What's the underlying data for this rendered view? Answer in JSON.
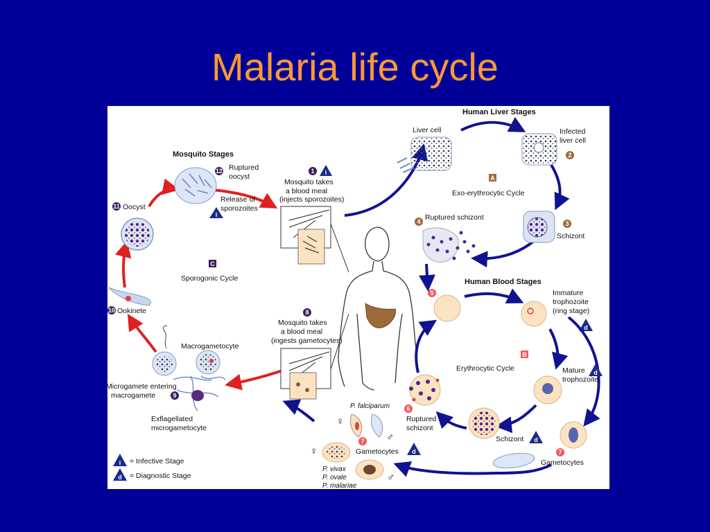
{
  "title": "Malaria life cycle",
  "colors": {
    "background": "#000099",
    "title": "#ff9933",
    "arrow_blue": "#10138f",
    "arrow_red": "#e02020",
    "badge_brown": "#9c6b3a",
    "badge_red": "#f05a5a",
    "badge_purple": "#3a1e5c",
    "cell_fill": "#fbe3c2",
    "parasite": "#5a2a8a"
  },
  "diagram": {
    "sections": {
      "liver_header": "Human Liver Stages",
      "mosquito_header": "Mosquito Stages",
      "blood_header": "Human Blood Stages",
      "exo_letter": "A",
      "exo_cycle": "Exo-erythrocytic Cycle",
      "sporo_letter": "C",
      "sporo_cycle": "Sporogonic Cycle",
      "ery_letter": "B",
      "ery_cycle": "Erythrocytic Cycle"
    },
    "stages": {
      "s1_num": "1",
      "s1_line1": "Mosquito takes",
      "s1_line2": "a blood meal",
      "s1_line3": "(injects sporozoites)",
      "liver_cell": "Liver cell",
      "s2_num": "2",
      "s2_line1": "Infected",
      "s2_line2": "liver cell",
      "s3_num": "3",
      "s3_label": "Schizont",
      "s4_num": "4",
      "s4_label": "Ruptured schizont",
      "s5_num": "5",
      "imm_line1": "Immature",
      "imm_line2": "trophozoite",
      "imm_line3": "(ring stage)",
      "mature_line1": "Mature",
      "mature_line2": "trophozoite",
      "schizont_blood": "Schizont",
      "s6_num": "6",
      "s6_line1": "Ruptured",
      "s6_line2": "schizont",
      "s7_num": "7",
      "gametocytes": "Gametocytes",
      "s7b_num": "7",
      "gametocytes_b": "Gametocytes",
      "p_falciparum": "P. falciparum",
      "p_vivax": "P. vivax",
      "p_ovale": "P. ovale",
      "p_malariae": "P. malariae",
      "s8_num": "8",
      "s8_line1": "Mosquito takes",
      "s8_line2": "a blood meal",
      "s8_line3": "(ingests gametocytes)",
      "s9_num": "9",
      "macrogametocyte": "Macrogametocyte",
      "micro_line1": "Microgamete entering",
      "micro_line2": "macrogamete",
      "exfl_line1": "Exflagellated",
      "exfl_line2": "microgametocyte",
      "s10_num": "10",
      "ookinete": "Ookinete",
      "s11_num": "11",
      "oocyst": "Oocyst",
      "s12_num": "12",
      "ruptured_line1": "Ruptured",
      "ruptured_line2": "oocyst",
      "release_line1": "Release of",
      "release_line2": "sporozoites"
    },
    "legend": {
      "infective_symbol": "i",
      "infective": "= Infective Stage",
      "diagnostic_symbol": "d",
      "diagnostic": "= Diagnostic Stage"
    },
    "symbols": {
      "female": "♀",
      "male": "♂"
    }
  }
}
